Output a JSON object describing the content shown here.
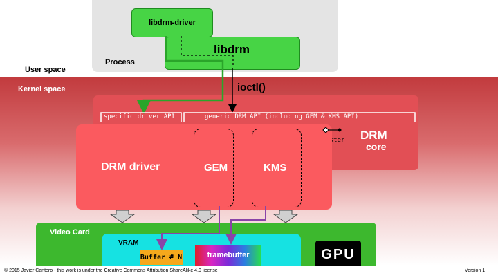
{
  "regions": {
    "user_space": "User space",
    "process": "Process",
    "kernel_space": "Kernel space",
    "video_card": "Video Card",
    "vram": "VRAM"
  },
  "boxes": {
    "libdrm_driver": "libdrm-driver",
    "libdrm": "libdrm",
    "ioctl": "ioctl()",
    "drm_driver": "DRM driver",
    "gem": "GEM",
    "kms": "KMS",
    "drm_core_line1": "DRM",
    "drm_core_line2": "core",
    "register": "register",
    "gpu": "GPU",
    "buffer": "Buffer # N",
    "framebuffer": "framebuffer"
  },
  "apis": {
    "specific": "specific driver API",
    "generic": "generic DRM API (including GEM & KMS API)"
  },
  "footer": {
    "license": "© 2015 Javier Cantero - this work is under the Creative Commons Attribution ShareAlike 4.0 license",
    "version": "Version 1"
  },
  "colors": {
    "green_box": "#47d445",
    "green_arrow": "#2aa52a",
    "drm_core": "#e24f55",
    "drm_driver": "#fb5a5f",
    "video_card": "#3db82e",
    "vram": "#16e2e2",
    "purple_arrow": "#8a44a8"
  }
}
